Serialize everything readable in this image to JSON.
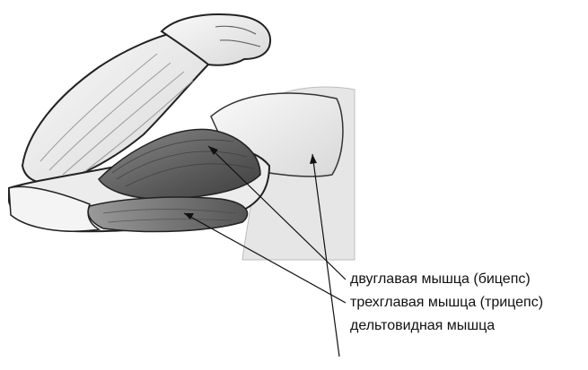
{
  "labels": [
    {
      "id": "biceps",
      "text": "двуглавая мышца (бицепс)"
    },
    {
      "id": "triceps",
      "text": "трехглавая мышца (трицепс)"
    },
    {
      "id": "deltoid",
      "text": "дельтовидная мышца"
    }
  ],
  "colors": {
    "skin": "#f2f2f2",
    "skin_shade": "#dcdcdc",
    "muscle": "#6e6e6e",
    "muscle_dark": "#4a4a4a",
    "outline": "#222222",
    "leader": "#111111"
  }
}
